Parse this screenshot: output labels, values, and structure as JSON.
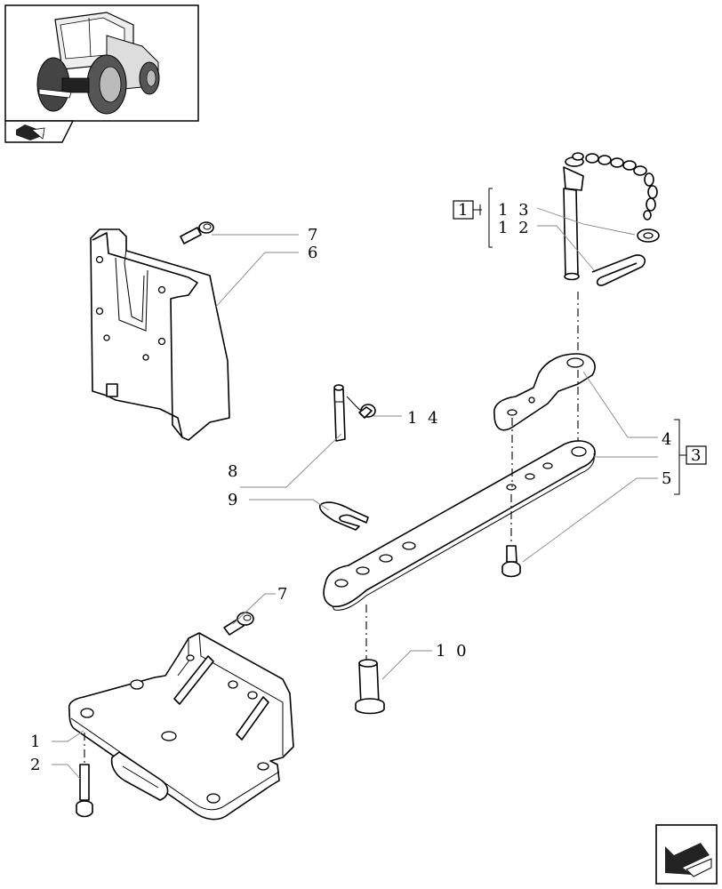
{
  "thumbnail": {
    "description_icon": "tractor-thumbnail-icon"
  },
  "nav_icon": {
    "name": "book-arrow-icon"
  },
  "footer_icon": {
    "name": "next-page-arrow-icon"
  },
  "labels": {
    "n7a": "7",
    "n6": "6",
    "n13": "1 3",
    "n12": "1 2",
    "n14": "1 4",
    "n8": "8",
    "n9": "9",
    "n4": "4",
    "n5": "5",
    "n7b": "7",
    "n10": "1 0",
    "n1": "1",
    "n2": "2",
    "kit1": "1",
    "kit3": "3"
  }
}
